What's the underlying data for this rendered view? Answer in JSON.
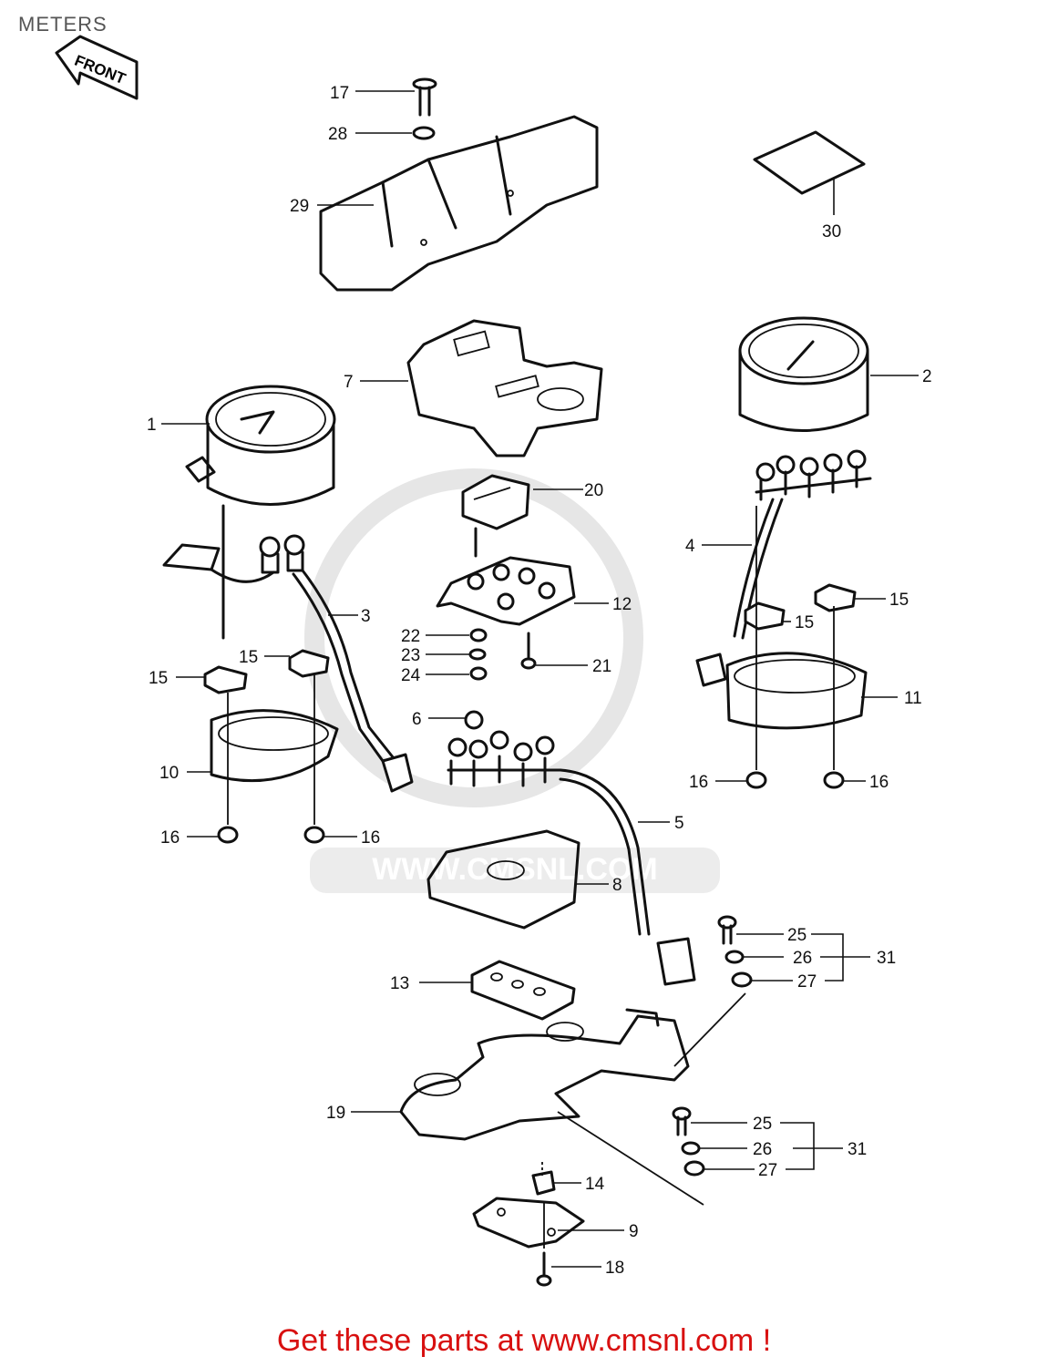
{
  "page": {
    "title": "METERS",
    "front_badge": "FRONT",
    "watermark": "WWW.CMSNL.COM",
    "footer": "Get these parts at www.cmsnl.com !"
  },
  "callouts": [
    {
      "id": "c17a",
      "label": "17"
    },
    {
      "id": "c28",
      "label": "28"
    },
    {
      "id": "c29",
      "label": "29"
    },
    {
      "id": "c30",
      "label": "30"
    },
    {
      "id": "c7",
      "label": "7"
    },
    {
      "id": "c2",
      "label": "2"
    },
    {
      "id": "c1",
      "label": "1"
    },
    {
      "id": "c20",
      "label": "20"
    },
    {
      "id": "c4",
      "label": "4"
    },
    {
      "id": "c3",
      "label": "3"
    },
    {
      "id": "c12",
      "label": "12"
    },
    {
      "id": "c15a",
      "label": "15"
    },
    {
      "id": "c15b",
      "label": "15"
    },
    {
      "id": "c15c",
      "label": "15"
    },
    {
      "id": "c15d",
      "label": "15"
    },
    {
      "id": "c22",
      "label": "22"
    },
    {
      "id": "c23",
      "label": "23"
    },
    {
      "id": "c24",
      "label": "24"
    },
    {
      "id": "c21",
      "label": "21"
    },
    {
      "id": "c11",
      "label": "11"
    },
    {
      "id": "c6",
      "label": "6"
    },
    {
      "id": "c10",
      "label": "10"
    },
    {
      "id": "c16a",
      "label": "16"
    },
    {
      "id": "c16b",
      "label": "16"
    },
    {
      "id": "c16c",
      "label": "16"
    },
    {
      "id": "c16d",
      "label": "16"
    },
    {
      "id": "c5",
      "label": "5"
    },
    {
      "id": "c8",
      "label": "8"
    },
    {
      "id": "c25a",
      "label": "25"
    },
    {
      "id": "c26a",
      "label": "26"
    },
    {
      "id": "c27a",
      "label": "27"
    },
    {
      "id": "c31a",
      "label": "31"
    },
    {
      "id": "c13",
      "label": "13"
    },
    {
      "id": "c19",
      "label": "19"
    },
    {
      "id": "c25b",
      "label": "25"
    },
    {
      "id": "c26b",
      "label": "26"
    },
    {
      "id": "c27b",
      "label": "27"
    },
    {
      "id": "c31b",
      "label": "31"
    },
    {
      "id": "c14",
      "label": "14"
    },
    {
      "id": "c9",
      "label": "9"
    },
    {
      "id": "c18",
      "label": "18"
    }
  ]
}
